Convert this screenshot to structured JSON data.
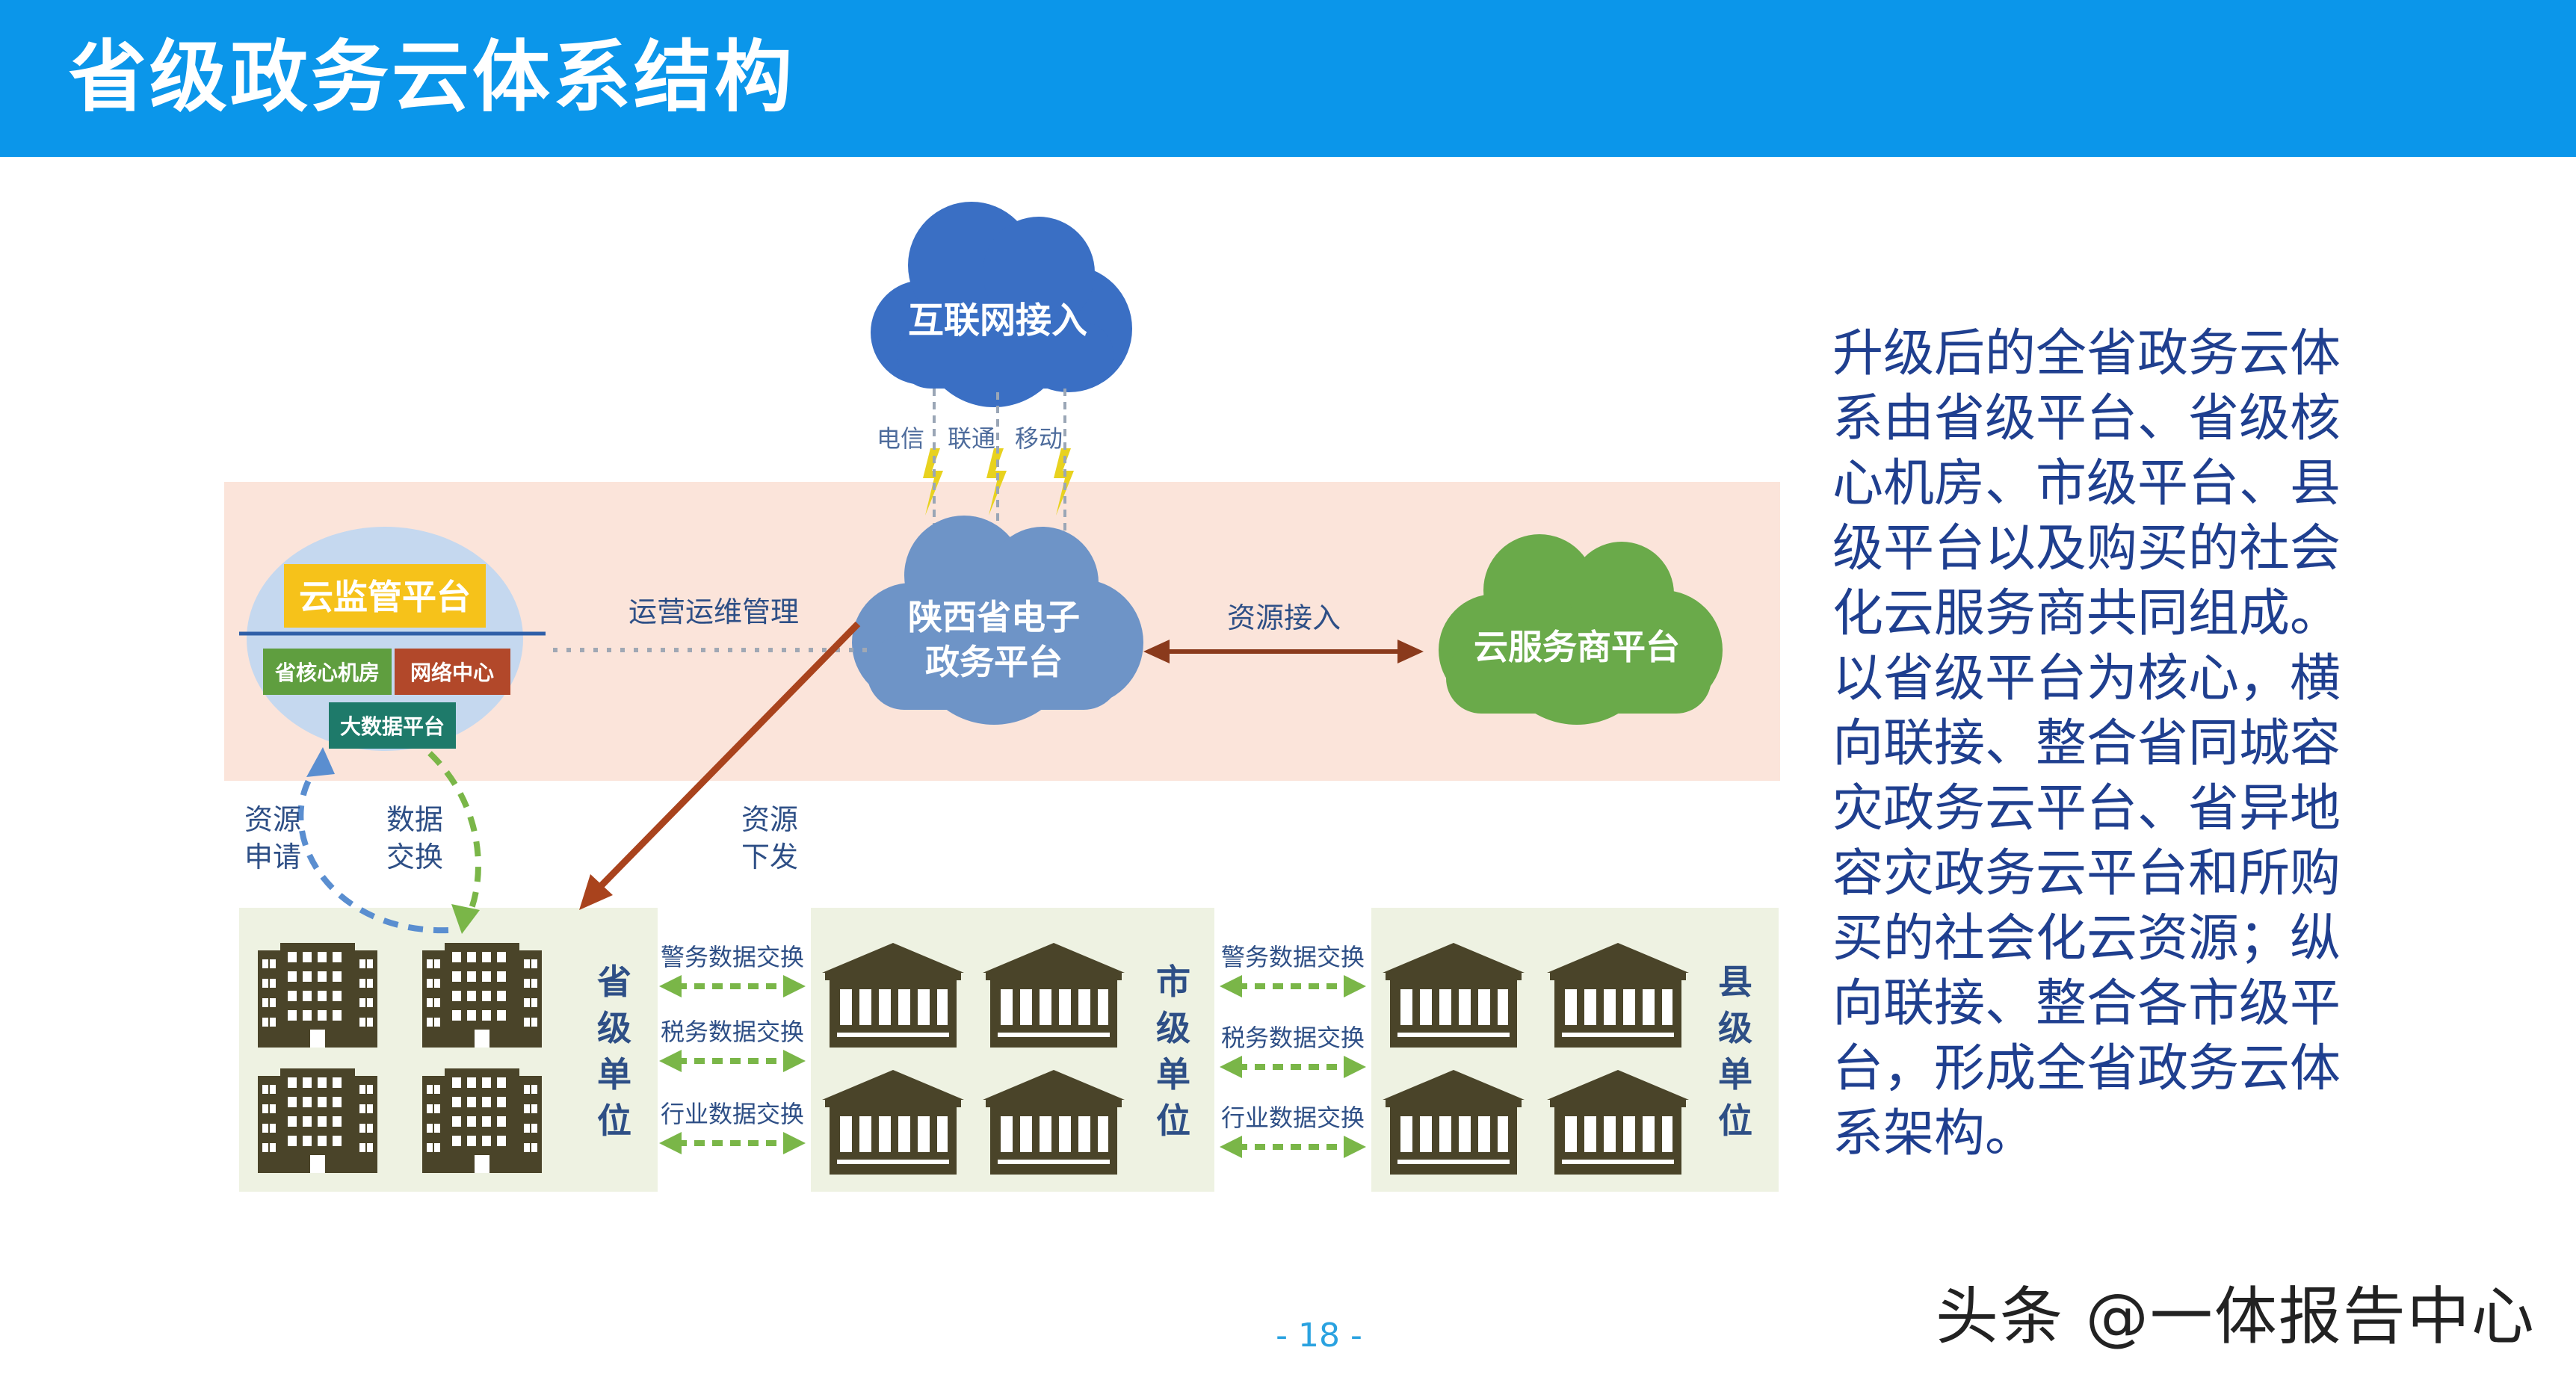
{
  "header": {
    "title": "省级政务云体系结构"
  },
  "diagram": {
    "internet_cloud": "互联网接入",
    "carriers": [
      "电信",
      "联通",
      "移动"
    ],
    "central_cloud": [
      "陕西省电子",
      "政务平台"
    ],
    "provider_cloud": "云服务商平台",
    "monitor_platform": "云监管平台",
    "core_room": "省核心机房",
    "network_center": "网络中心",
    "bigdata_platform": "大数据平台",
    "ops_label": "运营运维管理",
    "resource_access_label": "资源接入",
    "resource_request": [
      "资源",
      "申请"
    ],
    "data_exchange": [
      "数据",
      "交换"
    ],
    "resource_dispatch": [
      "资源",
      "下发"
    ],
    "province_units": [
      "省",
      "级",
      "单",
      "位"
    ],
    "city_units": [
      "市",
      "级",
      "单",
      "位"
    ],
    "county_units": [
      "县",
      "级",
      "单",
      "位"
    ],
    "exchange_left": [
      "警务数据交换",
      "税务数据交换",
      "行业数据交换"
    ],
    "exchange_right": [
      "警务数据交换",
      "税务数据交换",
      "行业数据交换"
    ]
  },
  "description": "升级后的全省政务云体系由省级平台、省级核心机房、市级平台、县级平台以及购买的社会化云服务商共同组成。以省级平台为核心，横向联接、整合省同城容灾政务云平台、省异地容灾政务云平台和所购买的社会化云资源；纵向联接、整合各市级平台，形成全省政务云体系架构。",
  "page_number": "- 18 -",
  "watermark": "头条 @一体报告中心",
  "colors": {
    "header_bg": "#0b96ea",
    "band_bg": "#fbe4da",
    "cloud_blue": "#3a6fc4",
    "cloud_mid": "#6e94c7",
    "cloud_green": "#6aaa4a",
    "building": "#4a4429",
    "arrow_brown": "#a9431d",
    "arrow_green": "#7ab648",
    "text_blue": "#1f3f8f"
  }
}
